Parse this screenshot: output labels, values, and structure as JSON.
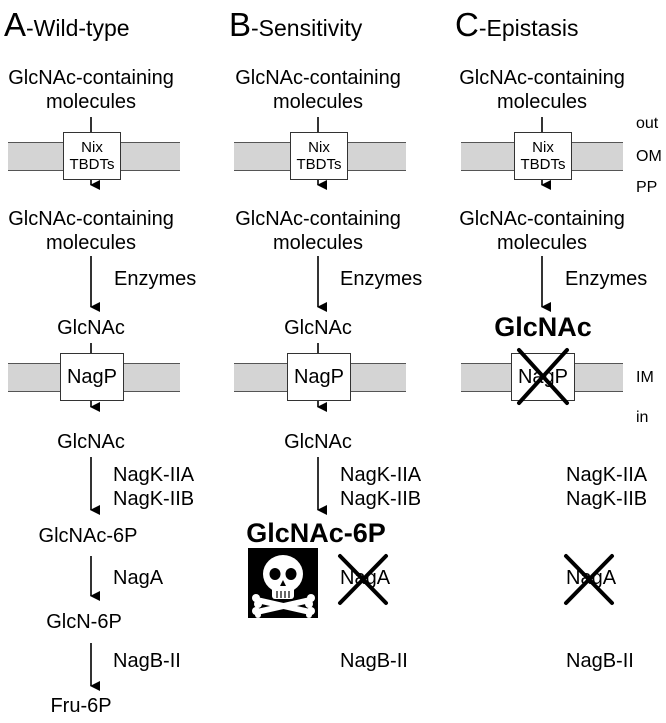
{
  "panels": {
    "a": {
      "letter": "A",
      "title": "-Wild-type",
      "mol_out": "GlcNAc-containing\nmolecules",
      "transporter_1_line1": "Nix",
      "transporter_1_line2": "TBDTs",
      "mol_pp": "GlcNAc-containing\nmolecules",
      "enzymes": "Enzymes",
      "glcnac_1": "GlcNAc",
      "transporter_2": "NagP",
      "glcnac_2": "GlcNAc",
      "nagk_1": "NagK-IIA",
      "nagk_2": "NagK-IIB",
      "glcnac6p": "GlcNAc-6P",
      "naga": "NagA",
      "glcn6p": "GlcN-6P",
      "nagb": "NagB-II",
      "fru6p": "Fru-6P"
    },
    "b": {
      "letter": "B",
      "title": "-Sensitivity",
      "mol_out": "GlcNAc-containing\nmolecules",
      "transporter_1_line1": "Nix",
      "transporter_1_line2": "TBDTs",
      "mol_pp": "GlcNAc-containing\nmolecules",
      "enzymes": "Enzymes",
      "glcnac_1": "GlcNAc",
      "transporter_2": "NagP",
      "glcnac_2": "GlcNAc",
      "nagk_1": "NagK-IIA",
      "nagk_2": "NagK-IIB",
      "glcnac6p": "GlcNAc-6P",
      "naga": "NagA",
      "nagb": "NagB-II"
    },
    "c": {
      "letter": "C",
      "title": "-Epistasis",
      "mol_out": "GlcNAc-containing\nmolecules",
      "transporter_1_line1": "Nix",
      "transporter_1_line2": "TBDTs",
      "mol_pp": "GlcNAc-containing\nmolecules",
      "enzymes": "Enzymes",
      "glcnac_1": "GlcNAc",
      "transporter_2": "NagP",
      "nagk_1": "NagK-IIA",
      "nagk_2": "NagK-IIB",
      "naga": "NagA",
      "nagb": "NagB-II"
    }
  },
  "compartments": {
    "out": "out",
    "om": "OM",
    "pp": "PP",
    "im": "IM",
    "in": "in"
  },
  "icons": [
    "skull-crossbones-icon",
    "x-cross-icon"
  ]
}
